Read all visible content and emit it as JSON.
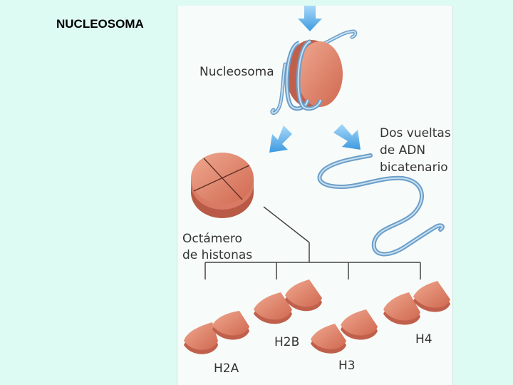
{
  "slide": {
    "title": "NUCLEOSOMA"
  },
  "labels": {
    "nucleosome": "Nucleosoma",
    "dna_line1": "Dos vueltas",
    "dna_line2": "de ADN",
    "dna_line3": "bicatenario",
    "octamer_line1": "Octámero",
    "octamer_line2": "de histonas",
    "h2a": "H2A",
    "h2b": "H2B",
    "h3": "H3",
    "h4": "H4"
  },
  "colors": {
    "histone": "#e0806a",
    "histone_dark": "#c0604c",
    "histone_light": "#f2b8a4",
    "dna": "#6c9ec8",
    "dna_light": "#c6e0f2",
    "arrow": "#5aaee8",
    "text": "#333333"
  }
}
